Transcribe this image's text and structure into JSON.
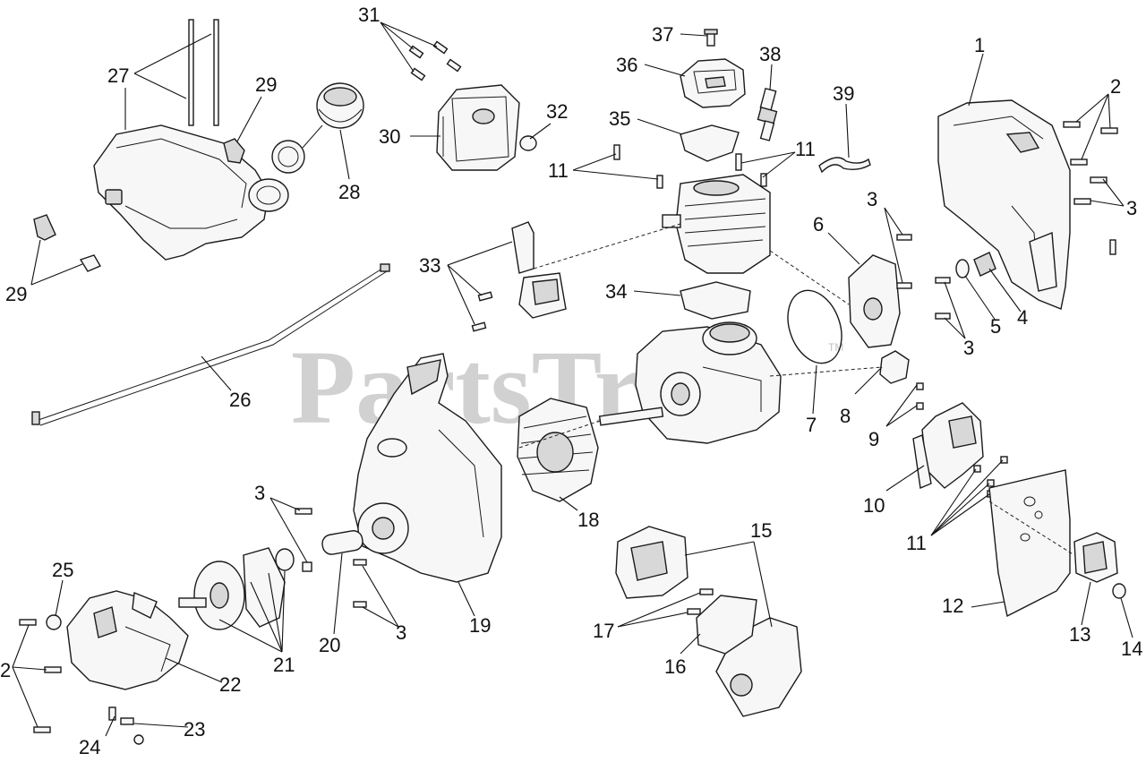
{
  "watermark": {
    "text": "PartsTree",
    "tm": "TM"
  },
  "callouts": [
    "1",
    "2",
    "3",
    "4",
    "5",
    "6",
    "7",
    "8",
    "9",
    "10",
    "11",
    "12",
    "13",
    "14",
    "15",
    "16",
    "17",
    "18",
    "19",
    "20",
    "21",
    "22",
    "23",
    "24",
    "25",
    "26",
    "27",
    "28",
    "29",
    "30",
    "31",
    "32",
    "33",
    "34",
    "35",
    "36",
    "37",
    "38",
    "39"
  ]
}
